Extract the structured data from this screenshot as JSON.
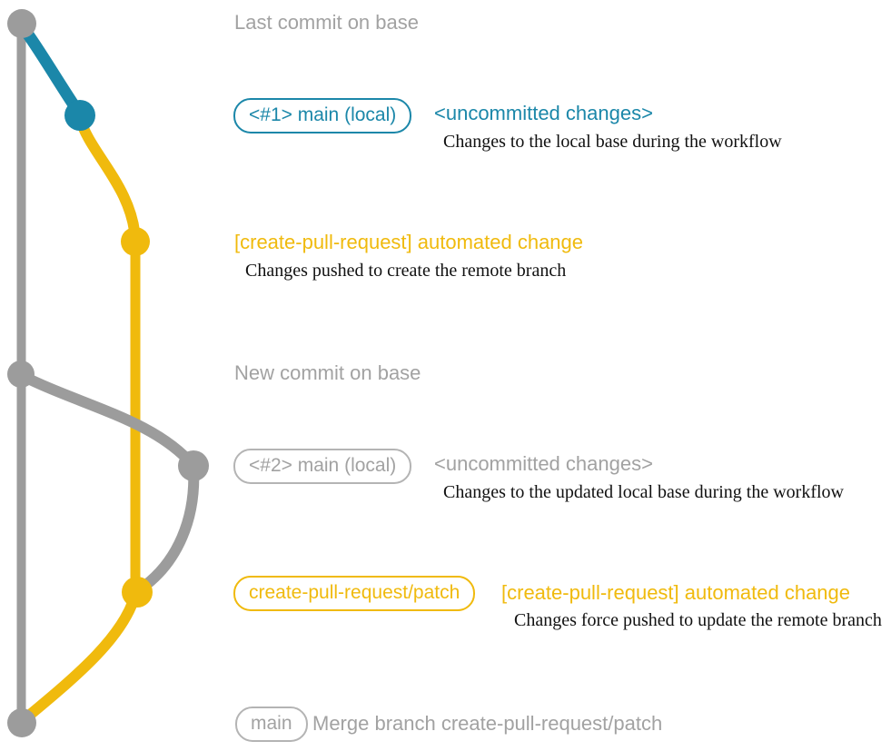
{
  "colors": {
    "gray": "#9c9c9c",
    "gray_text": "#a2a2a2",
    "gray_border": "#b4b4b4",
    "blue": "#1b87a9",
    "yellow": "#f0ba0d",
    "black": "#111111"
  },
  "annotations": {
    "last_commit_label": "Last commit on base",
    "new_commit_label": "New commit on base",
    "section1": {
      "badge": "<#1> main (local)",
      "status": "<uncommitted changes>",
      "desc": "Changes to the local base during the workflow"
    },
    "section2": {
      "title": "[create-pull-request] automated change",
      "desc": "Changes pushed to create the remote branch"
    },
    "section3": {
      "badge": "<#2> main (local)",
      "status": "<uncommitted changes>",
      "desc": "Changes to the updated local base during the workflow"
    },
    "section4": {
      "badge": "create-pull-request/patch",
      "title": "[create-pull-request] automated change",
      "desc": "Changes force pushed to update the remote branch"
    },
    "section5": {
      "badge": "main",
      "label": "Merge branch create-pull-request/patch"
    }
  }
}
